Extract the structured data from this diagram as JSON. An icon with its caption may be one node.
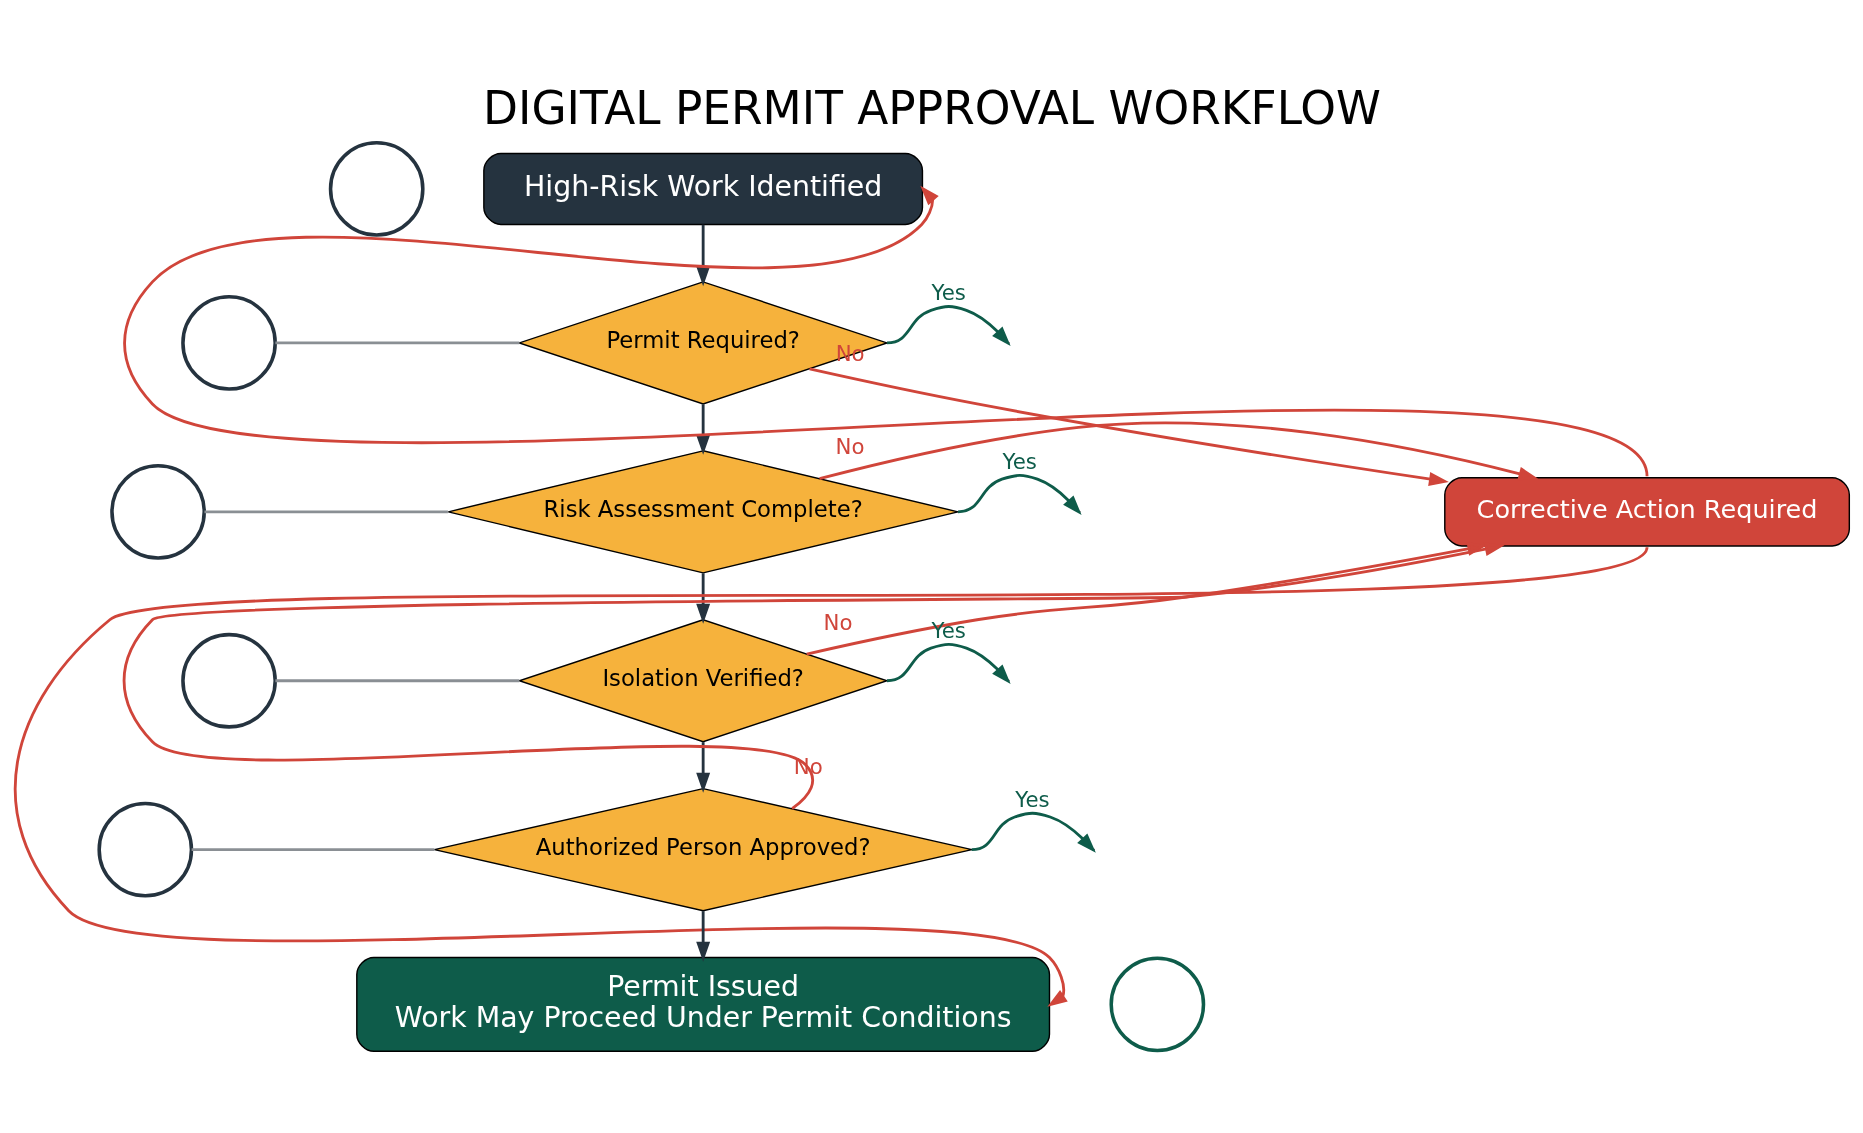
{
  "diagram": {
    "title": "DIGITAL PERMIT APPROVAL WORKFLOW",
    "nodes": [
      {
        "text": [],
        "shape": "circle"
      },
      {
        "text": [
          "High-Risk Work Identified"
        ]
      },
      {
        "text": [],
        "shape": "circle"
      },
      {
        "text": [
          "Permit Required?"
        ]
      },
      {
        "text": [],
        "shape": "circle"
      },
      {
        "text": [
          "Risk Assessment Complete?"
        ]
      },
      {
        "text": [
          "Corrective Action Required"
        ]
      },
      {
        "text": [],
        "shape": "circle"
      },
      {
        "text": [
          "Isolation Verified?"
        ]
      },
      {
        "text": [],
        "shape": "circle"
      },
      {
        "text": [
          "Authorized Person Approved?"
        ]
      },
      {
        "text": [],
        "shape": "circle"
      },
      {
        "text": [
          "Permit Issued",
          "Work May Proceed Under Permit Conditions"
        ]
      }
    ],
    "edges": [
      {
        "from": 1,
        "to": 3,
        "arrow": "to",
        "color": "#25333f"
      },
      {
        "from": 3,
        "to": 5,
        "arrow": "to",
        "color": "#25333f"
      },
      {
        "from": 5,
        "to": 8,
        "arrow": "to",
        "color": "#25333f"
      },
      {
        "from": 8,
        "to": 10,
        "arrow": "to",
        "color": "#25333f"
      },
      {
        "from": 10,
        "to": 12,
        "arrow": "to",
        "color": "#25333f"
      },
      {
        "from": 3,
        "to": null,
        "arrow": "to",
        "label": "Yes",
        "color": "#0e5c4a"
      },
      {
        "from": 3,
        "to": 6,
        "arrow": "to",
        "label": "No",
        "color": "#d0453a"
      },
      {
        "from": 5,
        "to": null,
        "arrow": "to",
        "label": "Yes",
        "color": "#0e5c4a"
      },
      {
        "from": 5,
        "to": 6,
        "arrow": "to",
        "label": "No",
        "color": "#d0453a"
      },
      {
        "from": 8,
        "to": null,
        "arrow": "to",
        "label": "Yes",
        "color": "#0e5c4a"
      },
      {
        "from": 8,
        "to": 6,
        "arrow": "to",
        "label": "No",
        "color": "#d0453a"
      },
      {
        "from": 10,
        "to": null,
        "arrow": "to",
        "label": "Yes",
        "color": "#0e5c4a"
      },
      {
        "from": 10,
        "to": 6,
        "arrow": "to",
        "label": "No",
        "color": "#d0453a"
      },
      {
        "from": 6,
        "to": 1,
        "arrow": "to",
        "color": "#d0453a"
      },
      {
        "from": 6,
        "to": 12,
        "arrow": "to",
        "color": "#d0453a"
      },
      {
        "from": 2,
        "to": 3,
        "arrow": "none",
        "color": "#8a8f94"
      },
      {
        "from": 4,
        "to": 5,
        "arrow": "none",
        "color": "#8a8f94"
      },
      {
        "from": 7,
        "to": 8,
        "arrow": "none",
        "color": "#8a8f94"
      },
      {
        "from": 9,
        "to": 10,
        "arrow": "none",
        "color": "#8a8f94"
      }
    ]
  }
}
